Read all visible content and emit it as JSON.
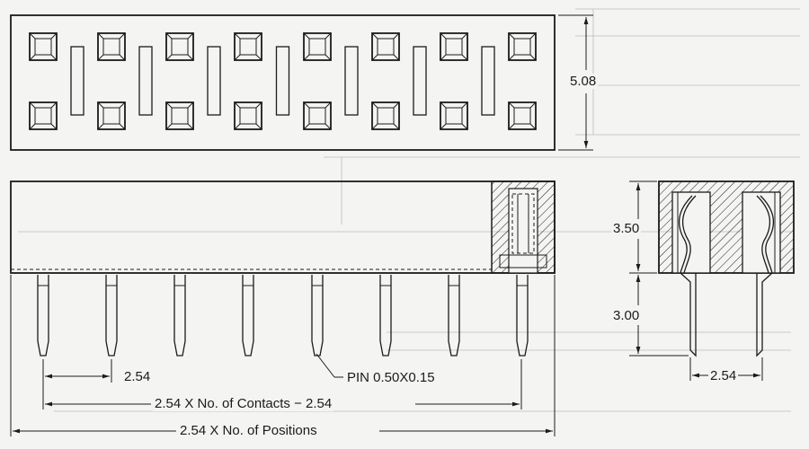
{
  "dimensions": {
    "height_top": "5.08",
    "socket_height": "3.50",
    "tail_length": "3.00",
    "pitch_front": "2.54",
    "pitch_side": "2.54",
    "pin_note": "PIN 0.50X0.15",
    "contacts_formula": "2.54 X No. of Contacts − 2.54",
    "positions_formula": "2.54 X No. of Positions"
  }
}
